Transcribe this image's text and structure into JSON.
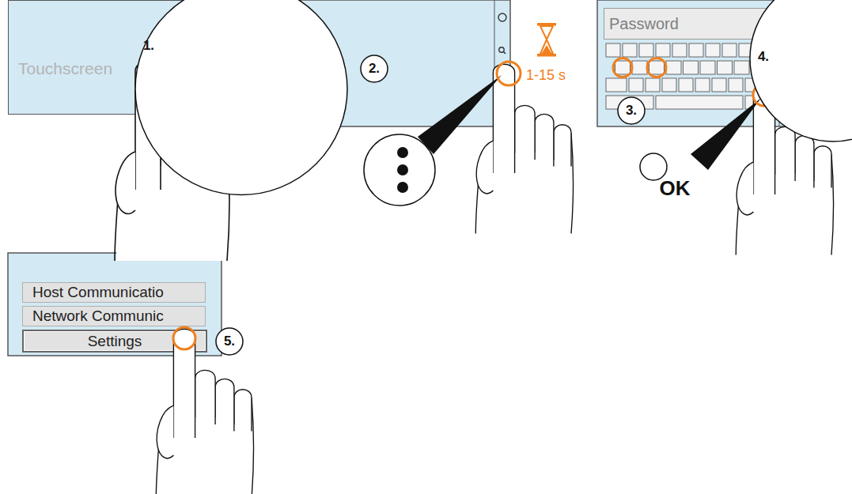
{
  "diagram": {
    "nodes": [
      {
        "text": [
          "Touchscreen"
        ]
      },
      {
        "text": [
          "1."
        ],
        "in": 0
      },
      {
        "text": [
          "2."
        ]
      },
      {
        "text": [
          "Password"
        ]
      },
      {
        "text": [
          "3."
        ]
      },
      {
        "text": [
          "4."
        ]
      },
      {
        "text": [
          "OK"
        ]
      },
      {
        "text": [
          "Host Communicatio"
        ]
      },
      {
        "text": [
          "Network Communic"
        ]
      },
      {
        "text": [
          "Settings"
        ]
      },
      {
        "text": [
          "5."
        ]
      }
    ],
    "labels": [
      "1-15 s"
    ]
  }
}
